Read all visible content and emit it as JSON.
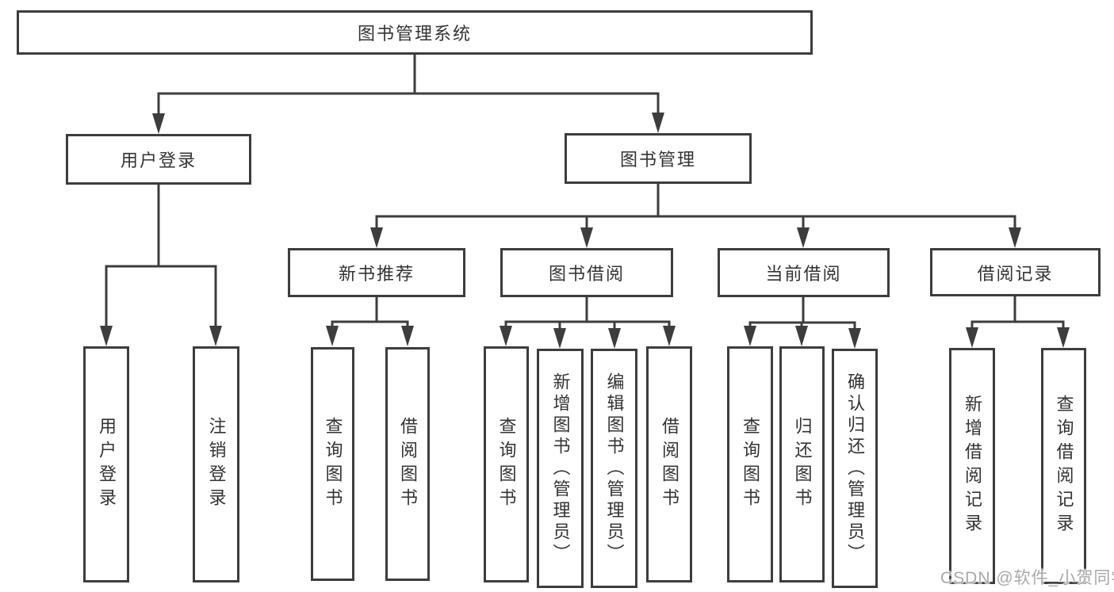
{
  "diagram": {
    "title": "图书管理系统",
    "branches": [
      {
        "label": "用户登录",
        "children": [
          "用户登录",
          "注销登录"
        ]
      },
      {
        "label": "图书管理",
        "sections": [
          {
            "label": "新书推荐",
            "children": [
              "查询图书",
              "借阅图书"
            ]
          },
          {
            "label": "图书借阅",
            "children": [
              "查询图书",
              "新增图书（管理员）",
              "编辑图书（管理员）",
              "借阅图书"
            ]
          },
          {
            "label": "当前借阅",
            "children": [
              "查询图书",
              "归还图书",
              "确认归还（管理员）"
            ]
          },
          {
            "label": "借阅记录",
            "children": [
              "新增借阅记录",
              "查询借阅记录"
            ]
          }
        ]
      }
    ]
  },
  "watermark": {
    "text": "CSDN @软件_小贺同学",
    "color": "#a9a9a9"
  },
  "colors": {
    "line": "#3d3d3d",
    "text": "#333333",
    "box_background": "#ffffff",
    "page_background": "#ffffff"
  }
}
